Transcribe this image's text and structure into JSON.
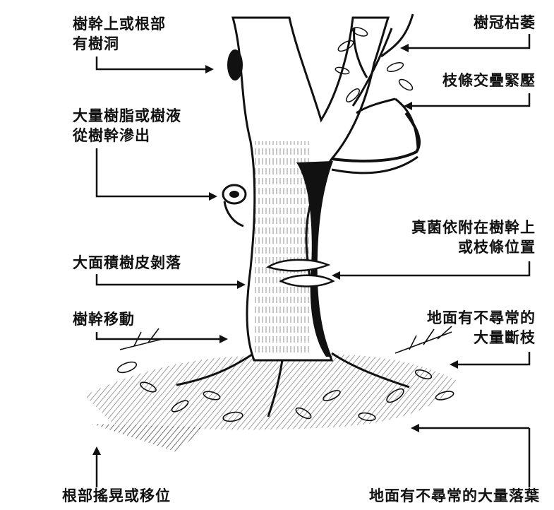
{
  "labels": {
    "hollow": [
      "樹幹上或根部",
      "有樹洞"
    ],
    "sap": [
      "大量樹脂或樹液",
      "從樹幹滲出"
    ],
    "bark": "大面積樹皮剝落",
    "trunk_move": "樹幹移動",
    "root_shake": "根部搖晃或移位",
    "crown_wilt": "樹冠枯萎",
    "branch_cross": "枝條交疊緊壓",
    "fungus": [
      "真菌依附在樹幹上",
      "或枝條位置"
    ],
    "broken_branches": [
      "地面有不尋常的",
      "大量斷枝"
    ],
    "fallen_leaves": "地面有不尋常的大量落葉"
  }
}
